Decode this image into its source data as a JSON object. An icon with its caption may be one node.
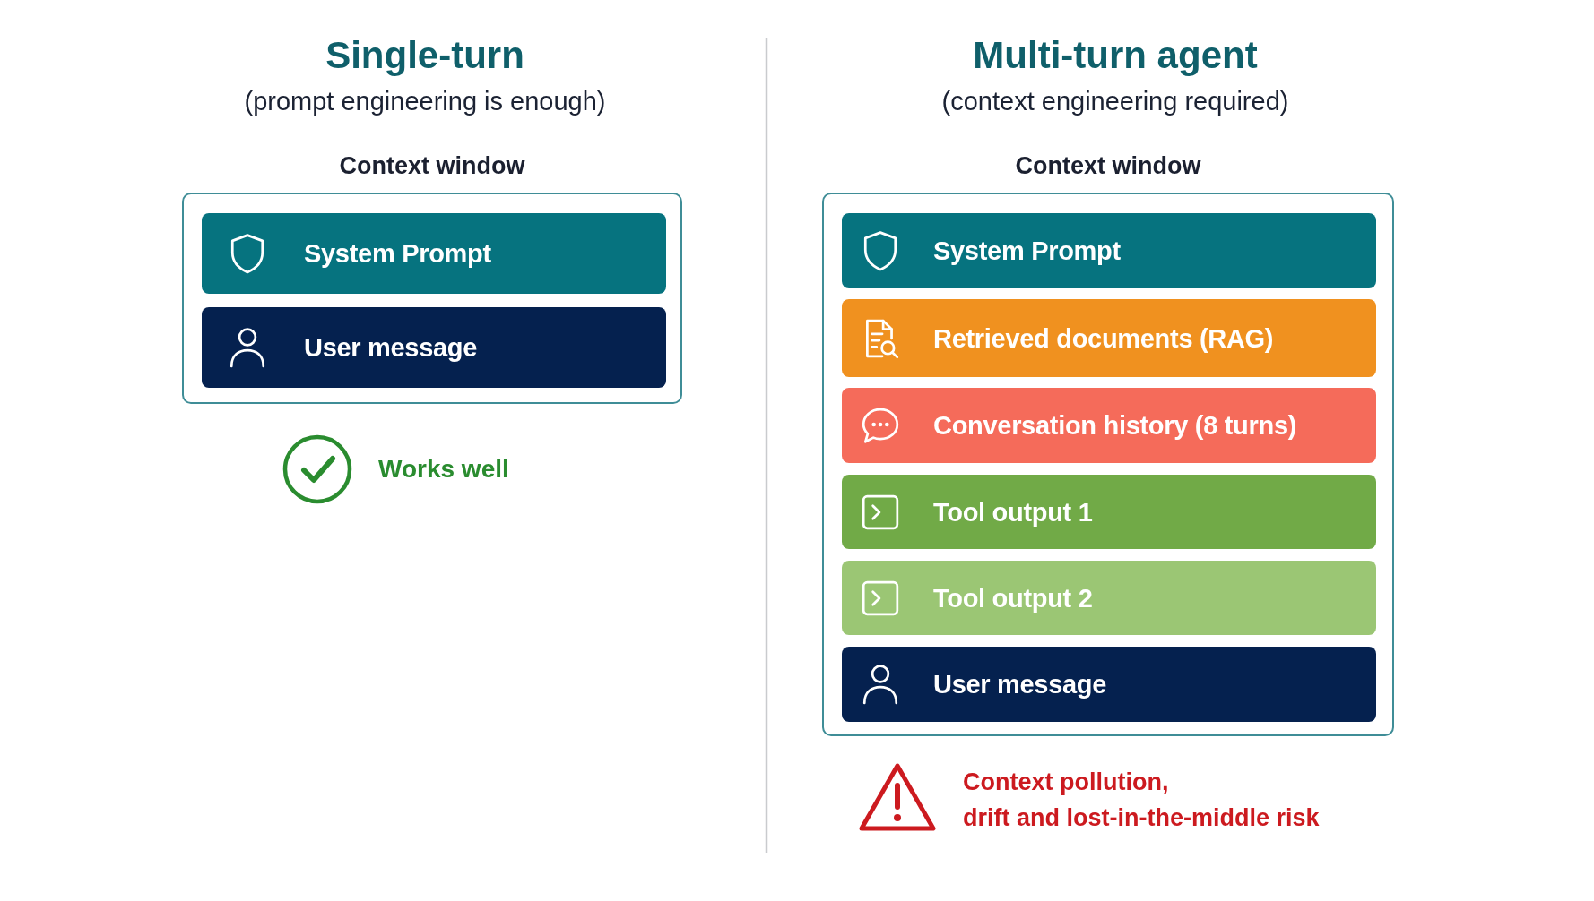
{
  "diagram": {
    "nodes": [
      {
        "text": [
          "Context window"
        ]
      },
      {
        "text": [
          "System Prompt"
        ],
        "in": 0
      },
      {
        "text": [
          "User message"
        ],
        "in": 0
      },
      {
        "text": [
          "Context window"
        ]
      },
      {
        "text": [
          "System Prompt"
        ],
        "in": 3
      },
      {
        "text": [
          "Retrieved documents (RAG)"
        ],
        "in": 3
      },
      {
        "text": [
          "Conversation history (8 turns)"
        ],
        "in": 3
      },
      {
        "text": [
          "Tool output 1"
        ],
        "in": 3
      },
      {
        "text": [
          "Tool output 2"
        ],
        "in": 3
      },
      {
        "text": [
          "User message"
        ],
        "in": 3
      }
    ],
    "labels": [
      "Single-turn",
      "(prompt engineering is enough)",
      "Works well",
      "Multi-turn agent",
      "(context engineering required)",
      "Context pollution, drift and lost-in-the-middle risk"
    ]
  }
}
